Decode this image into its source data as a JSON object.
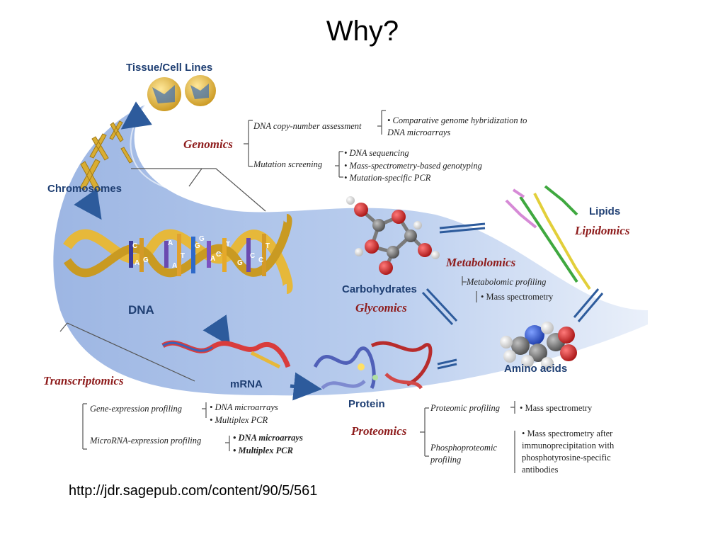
{
  "slide": {
    "title": "Why?",
    "source_url": "http://jdr.sagepub.com/content/90/5/561"
  },
  "diagram": {
    "nodes": {
      "tissue": "Tissue/Cell Lines",
      "chromosomes": "Chromosomes",
      "dna": "DNA",
      "mrna": "mRNA",
      "protein": "Protein",
      "carbohydrates": "Carbohydrates",
      "lipids": "Lipids",
      "amino_acids": "Amino acids"
    },
    "omics": {
      "genomics": "Genomics",
      "transcriptomics": "Transcriptomics",
      "proteomics": "Proteomics",
      "metabolomics": "Metabolomics",
      "glycomics": "Glycomics",
      "lipidomics": "Lipidomics"
    },
    "genomics": {
      "copy_number": {
        "label": "DNA copy-number assessment",
        "methods": [
          "Comparative genome hybridization to DNA microarrays"
        ]
      },
      "mutation": {
        "label": "Mutation screening",
        "methods": [
          "DNA sequencing",
          "Mass-spectrometry-based genotyping",
          "Mutation-specific PCR"
        ]
      }
    },
    "transcriptomics": {
      "gene_expression": {
        "label": "Gene-expression profiling",
        "methods": [
          "DNA microarrays",
          "Multiplex PCR"
        ]
      },
      "microrna": {
        "label": "MicroRNA-expression profiling",
        "methods": [
          "DNA microarrays",
          "Multiplex PCR"
        ]
      }
    },
    "proteomics": {
      "proteomic": {
        "label": "Proteomic profiling",
        "methods": [
          "Mass spectrometry"
        ]
      },
      "phospho": {
        "label": "Phosphoproteomic profiling",
        "methods": [
          "Mass spectrometry after immunoprecipitation with phosphotyrosine-specific antibodies"
        ]
      }
    },
    "metabolomics": {
      "profiling": {
        "label": "Metabolomic profiling",
        "methods": [
          "Mass spectrometry"
        ]
      }
    },
    "dna_bases": [
      "C",
      "G",
      "A",
      "T",
      "G",
      "A",
      "T",
      "C",
      "T",
      "A",
      "A",
      "G",
      "C",
      "G",
      "C"
    ],
    "colors": {
      "band": "#a9bfe6",
      "band_light": "#eef3fb",
      "node_label": "#1f3f73",
      "omics_label": "#8e1c1c",
      "arrow": "#2d5b9c",
      "helix_gold": "#e6b83a",
      "oxygen": "#cc2222",
      "carbon": "#6b6b6b",
      "hydrogen": "#f2f2f2",
      "nitrogen": "#2255cc",
      "protein_blue": "#5060b8",
      "protein_red": "#b82c2c"
    }
  }
}
